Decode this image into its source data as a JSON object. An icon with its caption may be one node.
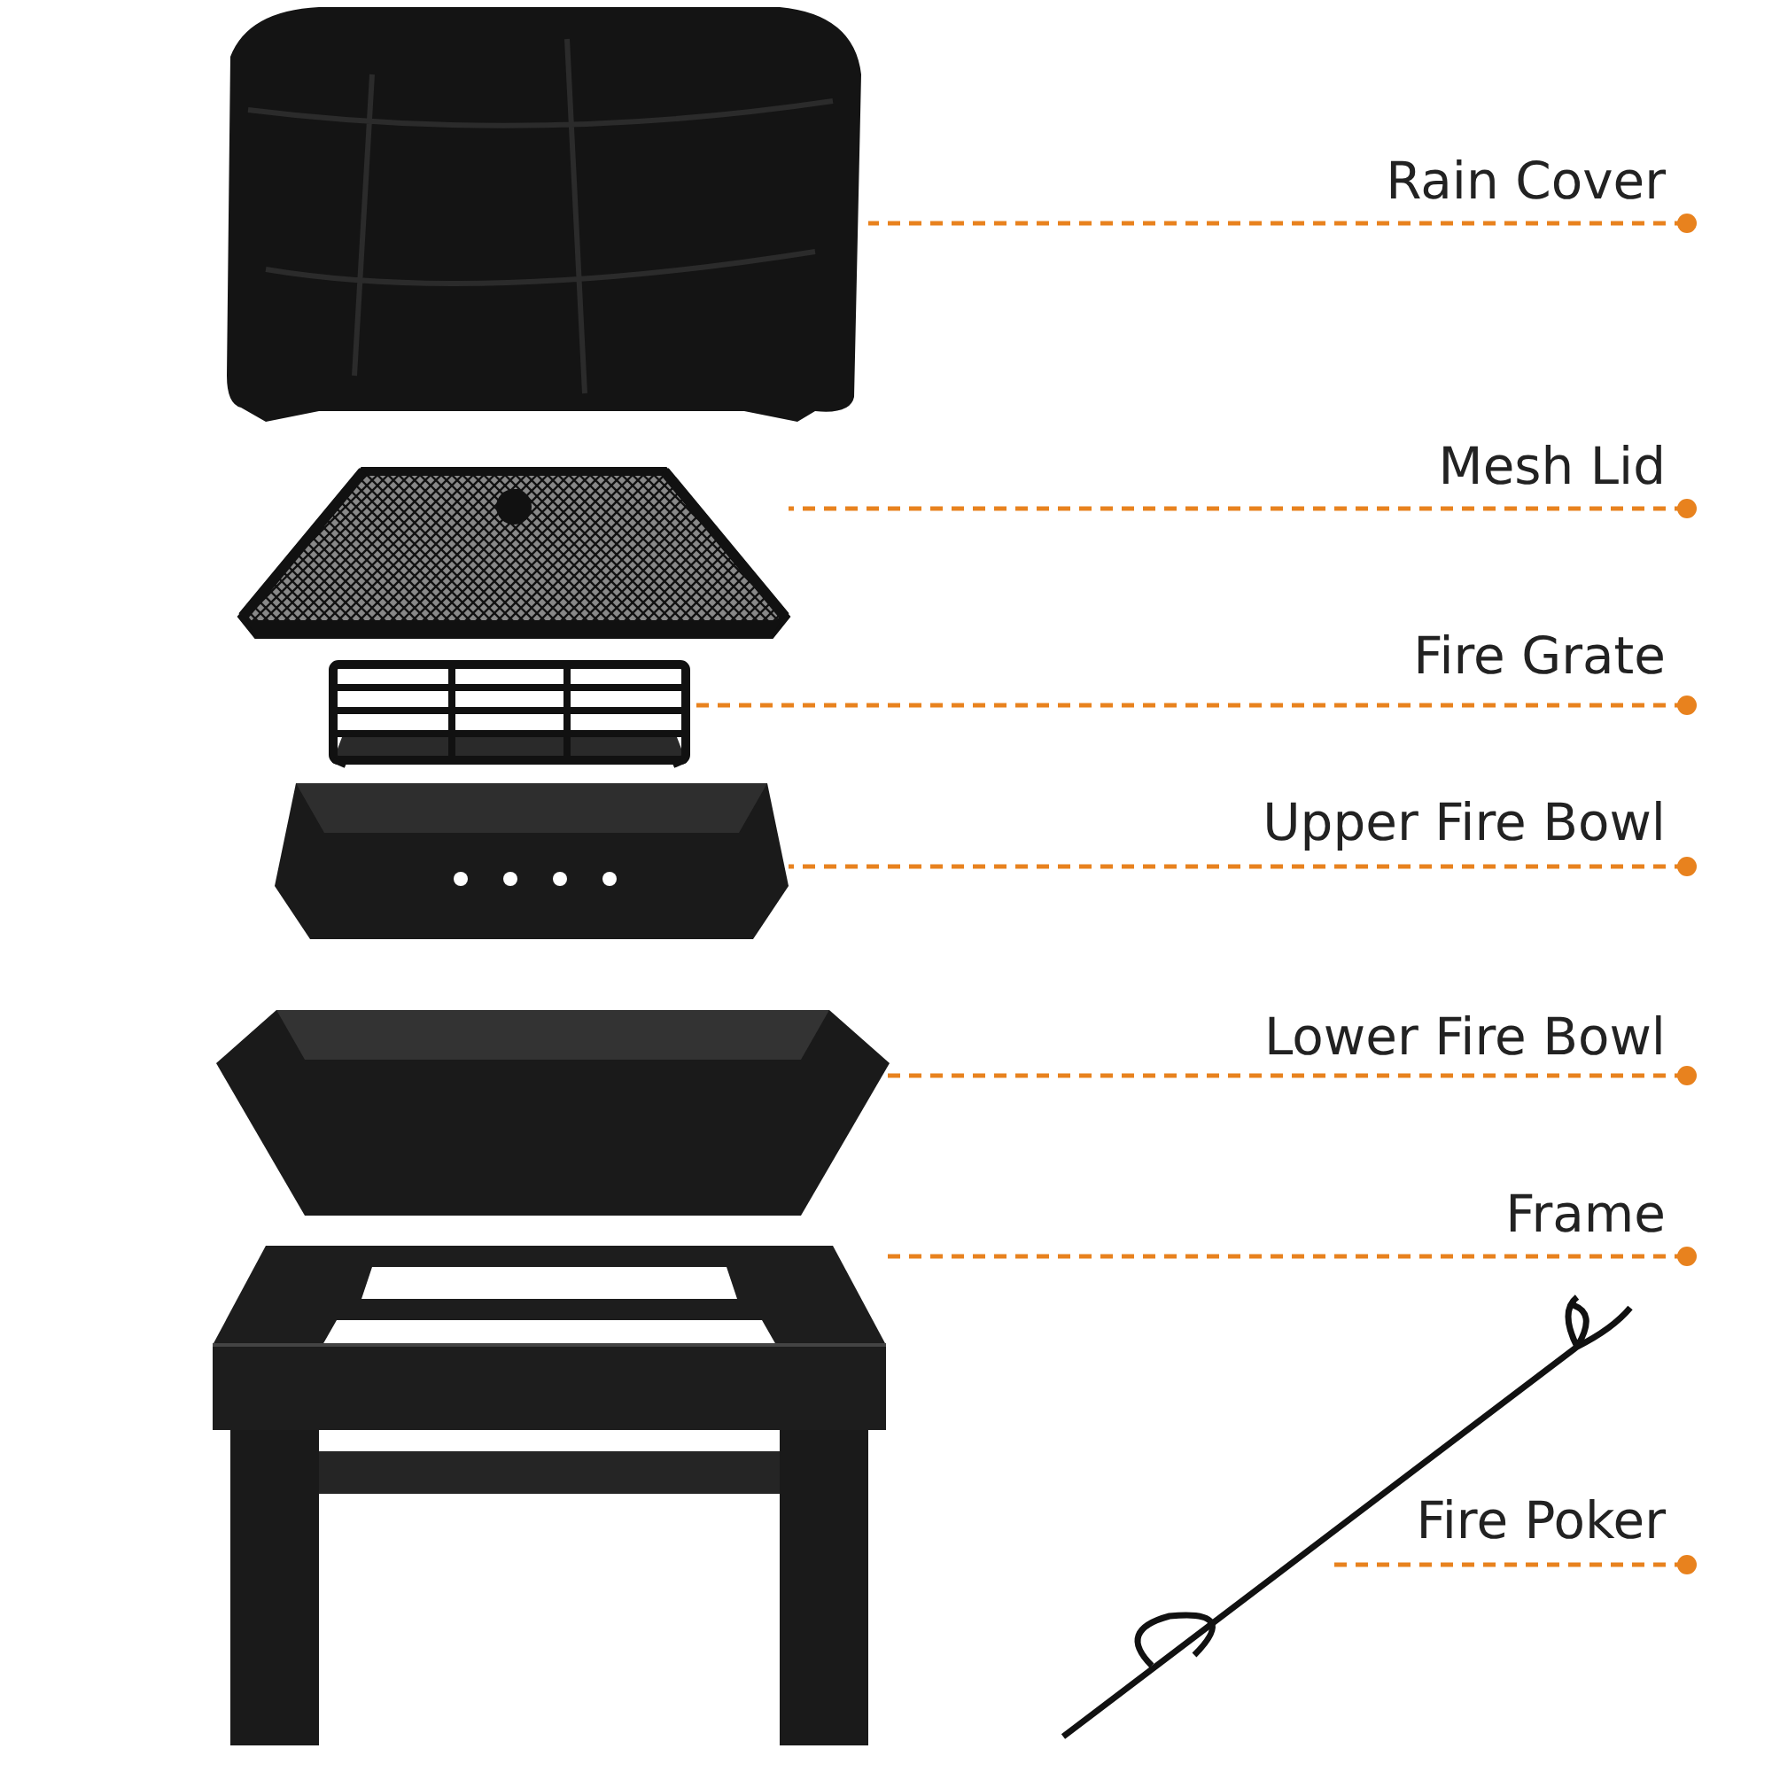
{
  "diagram": {
    "nodes": [
      {
        "text": [],
        "shape": "picture"
      },
      {
        "text": [
          "Rain Cover"
        ]
      },
      {
        "text": [],
        "shape": "picture"
      },
      {
        "text": [
          "Mesh Lid"
        ]
      },
      {
        "text": [],
        "shape": "picture"
      },
      {
        "text": [
          "Fire Grate"
        ]
      },
      {
        "text": [],
        "shape": "picture"
      },
      {
        "text": [
          "Upper Fire Bowl"
        ]
      },
      {
        "text": [],
        "shape": "picture"
      },
      {
        "text": [
          "Lower Fire Bowl"
        ]
      },
      {
        "text": [],
        "shape": "picture"
      },
      {
        "text": [
          "Frame"
        ]
      },
      {
        "text": [],
        "shape": "picture"
      },
      {
        "text": [
          "Fire Poker"
        ]
      }
    ],
    "edges": [
      {
        "from": 1,
        "to": 0,
        "arrow": "other",
        "style": "dashed",
        "color": "#e8821e"
      },
      {
        "from": 3,
        "to": 2,
        "arrow": "other",
        "style": "dashed",
        "color": "#e8821e"
      },
      {
        "from": 5,
        "to": 4,
        "arrow": "other",
        "style": "dashed",
        "color": "#e8821e"
      },
      {
        "from": 7,
        "to": 6,
        "arrow": "other",
        "style": "dashed",
        "color": "#e8821e"
      },
      {
        "from": 9,
        "to": 8,
        "arrow": "other",
        "style": "dashed",
        "color": "#e8821e"
      },
      {
        "from": 11,
        "to": 10,
        "arrow": "other",
        "style": "dashed",
        "color": "#e8821e"
      },
      {
        "from": 13,
        "to": 12,
        "arrow": "other",
        "style": "dashed",
        "color": "#e8821e"
      }
    ]
  }
}
